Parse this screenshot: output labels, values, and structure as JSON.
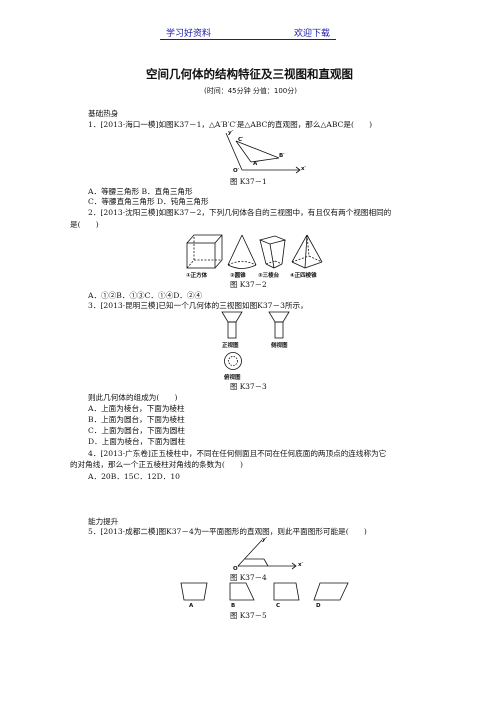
{
  "header": {
    "left": "学习好资料",
    "right": "欢迎下载"
  },
  "doc": {
    "title": "空间几何体的结构特征及三视图和直观图",
    "subtitle": "(时间：45分钟 分值：100分)",
    "sec1": "基础热身",
    "q1": "1．[2013·海口一模]如图K37－1，△A′B′C′是△ABC的直观图，那么△ABC是(　　)",
    "q1_fig": {
      "caption": "图 K37－1",
      "y": "y′",
      "c": "C′",
      "b": "B′",
      "a": "A′",
      "o": "O′",
      "x": "x′"
    },
    "q1_opts": [
      "A．等腰三角形 B．直角三角形",
      "C．等腰直角三角形 D．钝角三角形"
    ],
    "q2": "2．[2013·沈阳三模]如图K37－2，下列几何体各自的三视图中，有且仅有两个视图相同的",
    "q2b": "是(　　)",
    "q2_fig": {
      "caption": "图 K37－2",
      "labels": [
        "①正方体",
        "②圆锥",
        "③三棱台",
        "④正四棱锥"
      ]
    },
    "q2_opts": "A．①②B．①③C．①④D．②④",
    "q3": "3．[2013·昆明三模]已知一个几何体的三视图如图K37－3所示，",
    "q3_fig": {
      "caption": "图 K37－3",
      "front": "正视图",
      "side": "侧视图",
      "top": "俯视图"
    },
    "q3_stem": "则此几何体的组成为(　　)",
    "q3_opts": [
      "A．上面为棱台，下面为棱柱",
      "B．上面为圆台，下面为棱柱",
      "C．上面为圆台，下面为圆柱",
      "D．上面为棱台，下面为圆柱"
    ],
    "q4": "4．[2013·广东卷]正五棱柱中，不同在任何侧面且不同在任何底面的两顶点的连线称为它",
    "q4b": "的对角线，那么一个正五棱柱对角线的条数为(　　)",
    "q4_opts": "A．20B．15C．12D．10",
    "sec2": "能力提升",
    "q5": "5．[2013·成都二模]图K37－4为一平面图形的直观图，则此平面图形可能是(　　)",
    "q5_fig": {
      "caption": "图 K37－4",
      "y": "y′",
      "o": "O′",
      "x": "x′"
    },
    "q5_opts": [
      "A",
      "B",
      "C",
      "D"
    ],
    "q5_caption2": "图 K37－5"
  }
}
